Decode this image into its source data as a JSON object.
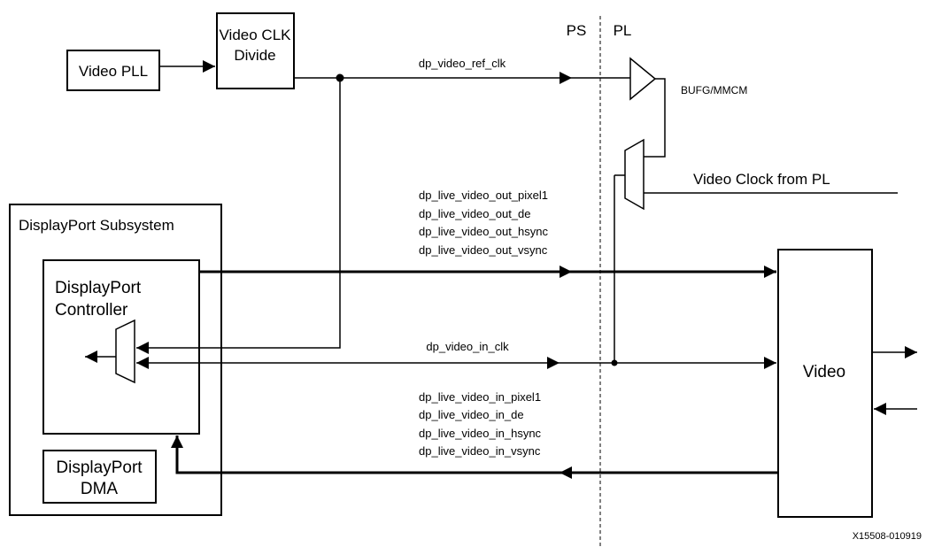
{
  "domains": {
    "ps": "PS",
    "pl": "PL"
  },
  "blocks": {
    "video_pll": "Video PLL",
    "video_clk_divide_line1": "Video CLK",
    "video_clk_divide_line2": "Divide",
    "subsystem": "DisplayPort Subsystem",
    "controller_line1": "DisplayPort",
    "controller_line2": "Controller",
    "dma_line1": "DisplayPort",
    "dma_line2": "DMA",
    "video": "Video"
  },
  "signals": {
    "ref_clk": "dp_video_ref_clk",
    "bufg": "BUFG/MMCM",
    "pl_clock": "Video Clock from PL",
    "out_bus": [
      "dp_live_video_out_pixel1",
      "dp_live_video_out_de",
      "dp_live_video_out_hsync",
      "dp_live_video_out_vsync"
    ],
    "in_clk": "dp_video_in_clk",
    "in_bus": [
      "dp_live_video_in_pixel1",
      "dp_live_video_in_de",
      "dp_live_video_in_hsync",
      "dp_live_video_in_vsync"
    ]
  },
  "figure_id": "X15508-010919"
}
